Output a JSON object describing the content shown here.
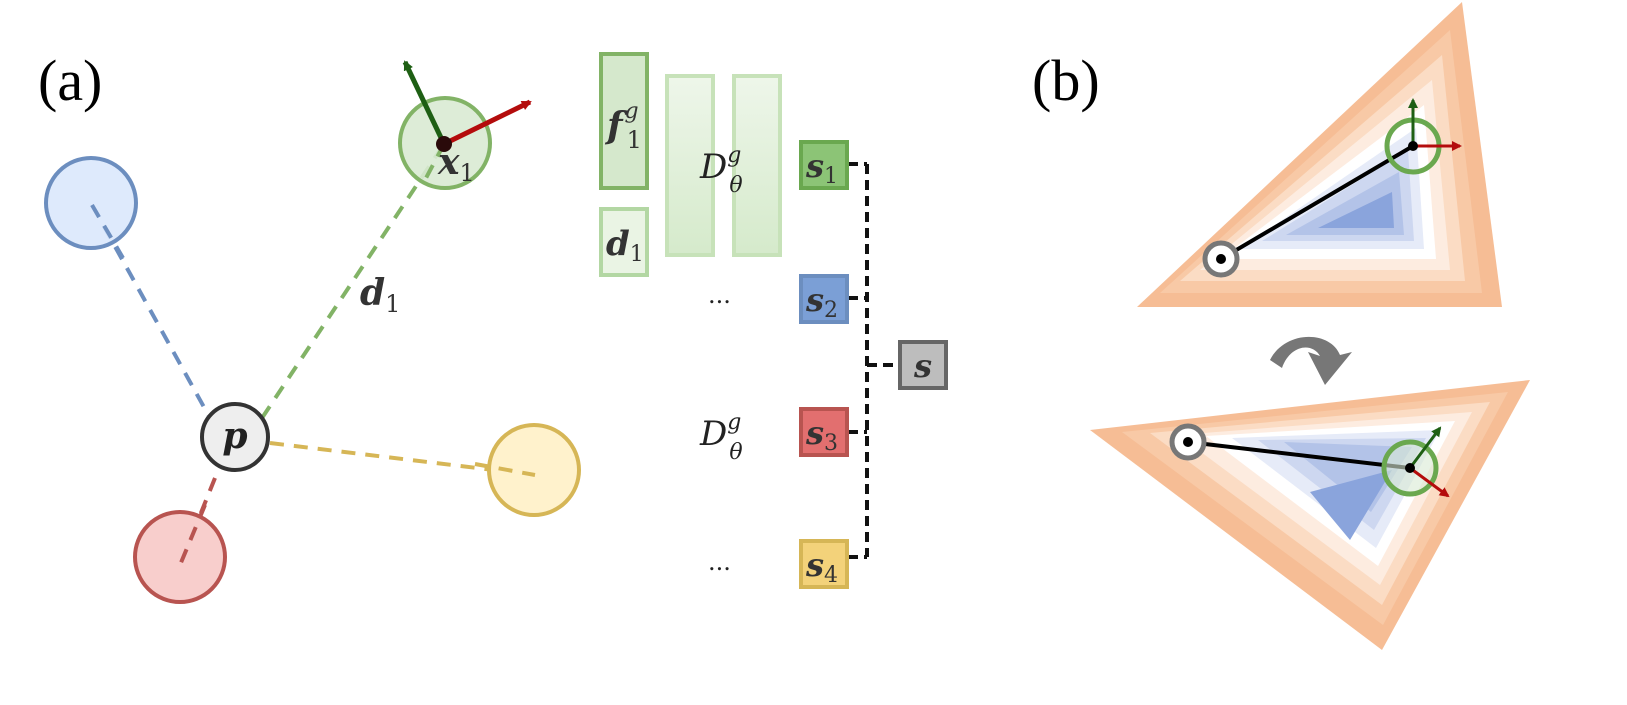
{
  "panel_a": {
    "label": "(a)",
    "nodes": {
      "p": "p",
      "x1_base": "x",
      "x1_sub": "1",
      "d1_base": "d",
      "d1_sub": "1"
    },
    "network": {
      "feature_base": "f",
      "feature_sup": "g",
      "feature_sub": "1",
      "dir_base": "d",
      "dir_sub": "1",
      "decoder_base": "D",
      "decoder_sup": "g",
      "decoder_sub": "θ",
      "ellipsis": "..."
    },
    "sdf_values": [
      {
        "base": "s",
        "sub": "1",
        "color": "#8cc476"
      },
      {
        "base": "s",
        "sub": "2",
        "color": "#7b9fd6"
      },
      {
        "base": "s",
        "sub": "3",
        "color": "#e26f6f"
      },
      {
        "base": "s",
        "sub": "4",
        "color": "#f3d27a"
      }
    ],
    "aggregate": {
      "base": "s",
      "color": "#bdbdbd"
    }
  },
  "panel_b": {
    "label": "(b)"
  },
  "colors": {
    "green": "#6aa84f",
    "green_fill": "#d9ead3",
    "blue": "#6c8ebf",
    "blue_fill": "#dae8fc",
    "red": "#b85450",
    "red_fill": "#f8cecc",
    "yellow": "#d6b656",
    "yellow_fill": "#fff2cc",
    "gray": "#444444",
    "arrow_green": "#1e5f14",
    "arrow_red": "#b40c0c",
    "salmon": "#f4b183"
  },
  "icons": [
    "rotate-arrow-icon",
    "x-axis-arrow-icon",
    "y-axis-arrow-icon"
  ]
}
